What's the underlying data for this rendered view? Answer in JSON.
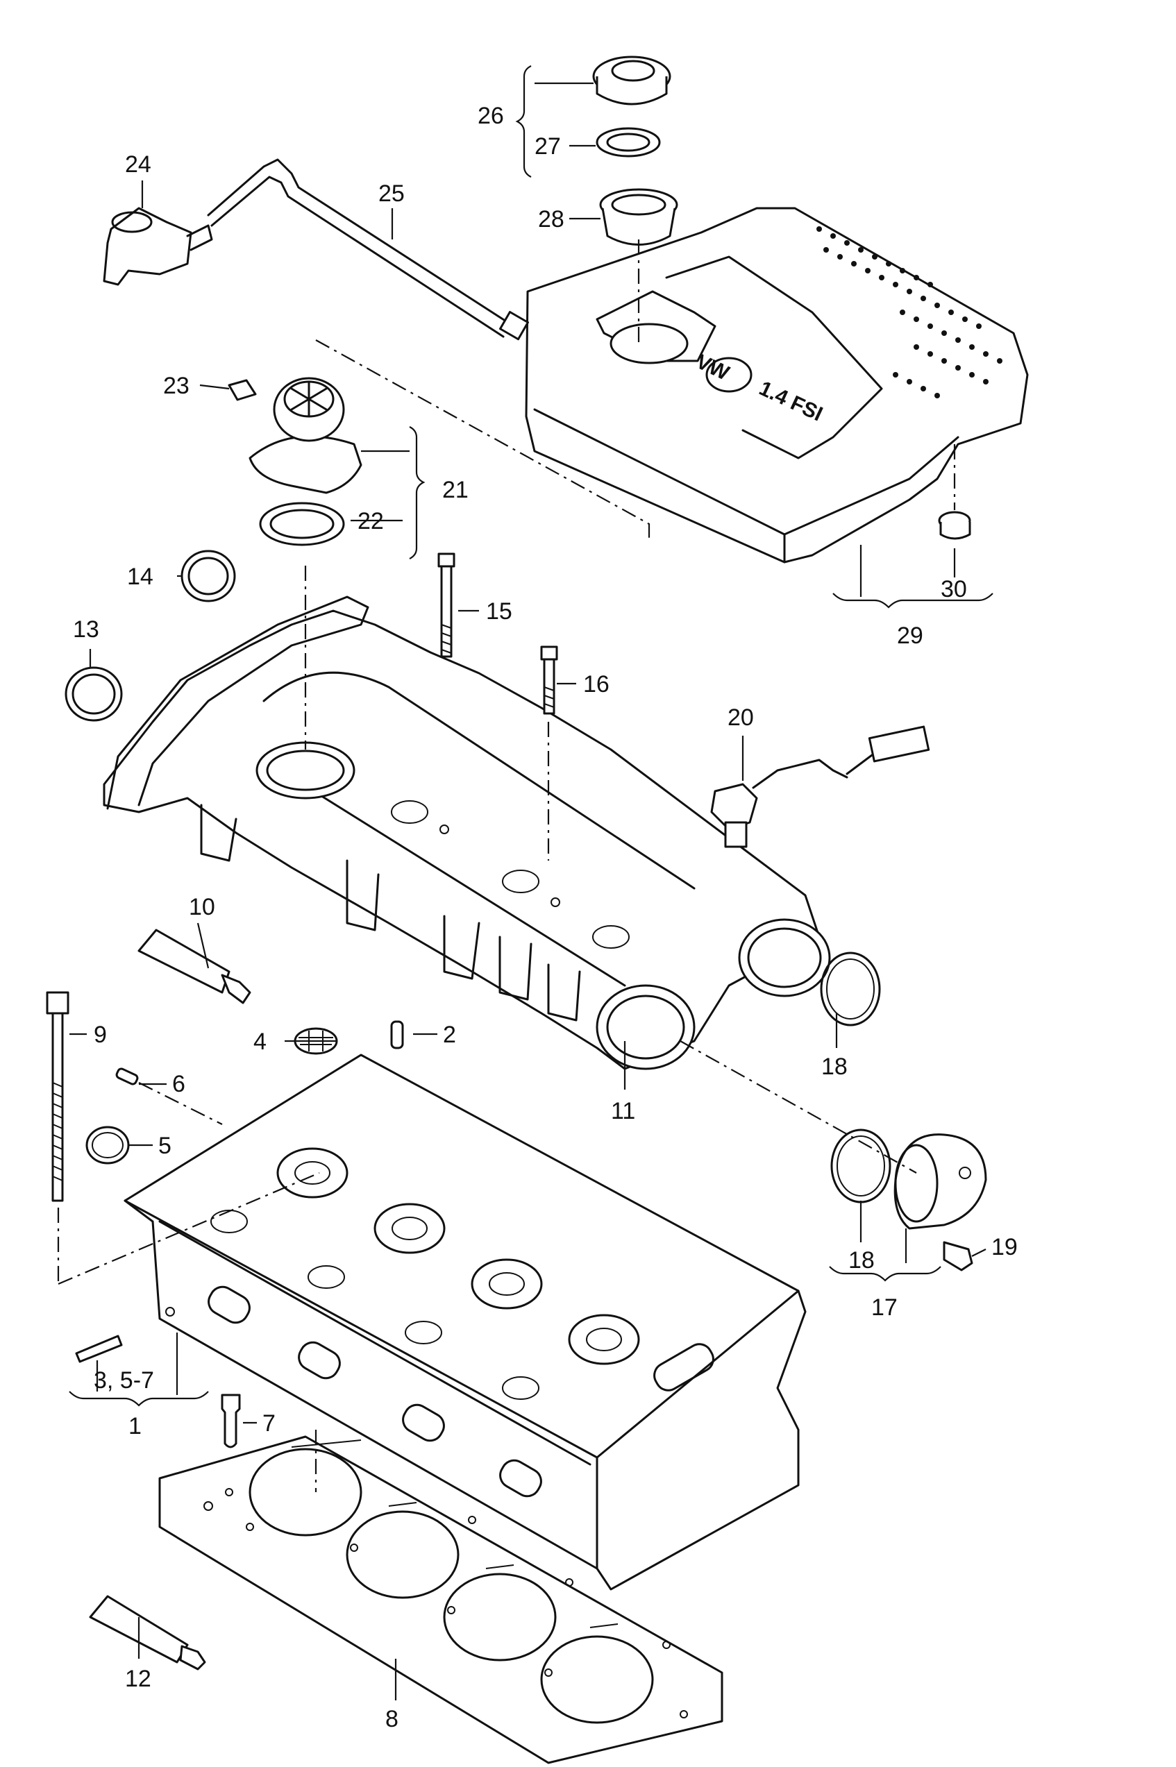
{
  "cover_text": "1.4 FSI",
  "cover_logo": "VW",
  "callouts": {
    "c1": "1",
    "c2": "2",
    "c3": "3, 5-7",
    "c4": "4",
    "c5": "5",
    "c6": "6",
    "c7": "7",
    "c8": "8",
    "c9": "9",
    "c10": "10",
    "c11": "11",
    "c12": "12",
    "c13": "13",
    "c14": "14",
    "c15": "15",
    "c16": "16",
    "c17": "17",
    "c18a": "18",
    "c18b": "18",
    "c19": "19",
    "c20": "20",
    "c21": "21",
    "c22": "22",
    "c23": "23",
    "c24": "24",
    "c25": "25",
    "c26": "26",
    "c27": "27",
    "c28": "28",
    "c29": "29",
    "c30": "30"
  }
}
